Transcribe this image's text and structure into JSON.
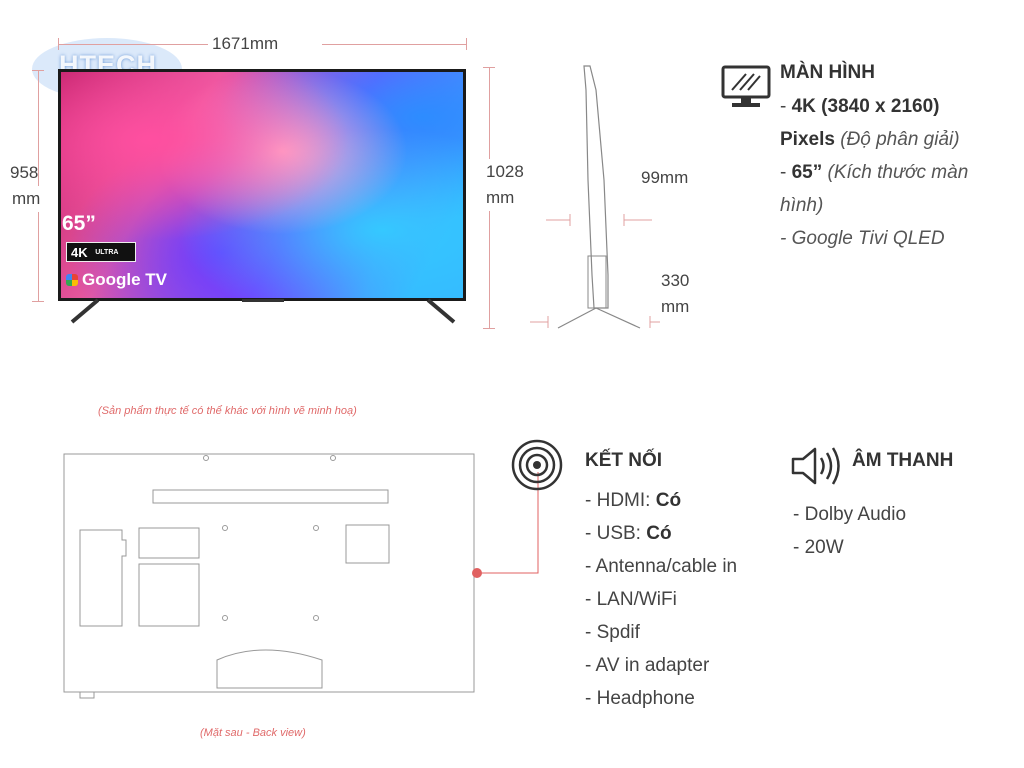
{
  "logo": {
    "text": "HTECH"
  },
  "dimensions": {
    "width": "1671mm",
    "height_value": "958",
    "height_unit": "mm",
    "height_stand_value": "1028",
    "height_stand_unit": "mm",
    "depth": "99mm",
    "stand_depth_value": "330",
    "stand_depth_unit": "mm"
  },
  "tv_screen": {
    "size_label": "65”",
    "badge_4k": "4K",
    "badge_ultra": "ULTRA",
    "brand": "Google TV"
  },
  "notes": {
    "disclaimer": "(Sản phẩm thực tế có thể khác với hình vẽ minh hoạ)",
    "back_view": "(Mặt sau - Back view)"
  },
  "display_section": {
    "title": "MÀN HÌNH",
    "resolution_prefix": "- ",
    "resolution": "4K (3840 x 2160)",
    "pixels_word": "Pixels",
    "resolution_note": "(Độ phân giải)",
    "size_prefix": "- ",
    "size_value": "65”",
    "size_note_1": "(Kích thước màn",
    "size_note_2": "hình)",
    "type_line": "- Google Tivi QLED"
  },
  "connection_section": {
    "title": "KẾT NỐI",
    "hdmi_label": "- HDMI: ",
    "hdmi_value": "Có",
    "usb_label": "- USB: ",
    "usb_value": "Có",
    "items": [
      "- Antenna/cable in",
      "- LAN/WiFi",
      "- Spdif",
      "- AV in adapter",
      "- Headphone"
    ]
  },
  "sound_section": {
    "title": "ÂM THANH",
    "items": [
      "- Dolby Audio",
      "- 20W"
    ]
  },
  "colors": {
    "dimension_line": "#e0a0a0",
    "accent_red": "#e06060",
    "text": "#333333"
  }
}
